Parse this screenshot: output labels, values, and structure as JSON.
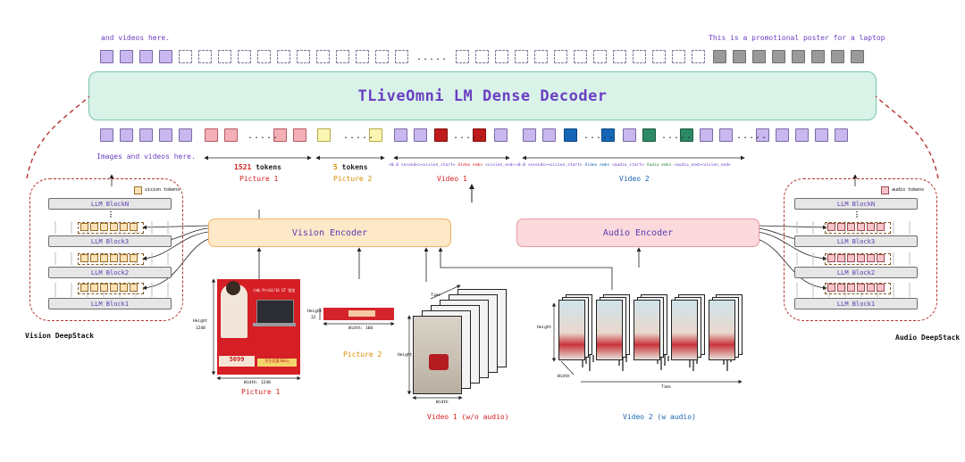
{
  "output_text": {
    "left": "and videos here.",
    "right": "This is a promotional poster for a laptop"
  },
  "input_text": "Images and videos here.",
  "decoder": {
    "title": "TLiveOmni LM Dense Decoder"
  },
  "encoders": {
    "vision": "Vision Encoder",
    "audio": "Audio Encoder"
  },
  "segments": {
    "picture1": {
      "count": "1521",
      "unit": "tokens",
      "name": "Picture 1"
    },
    "picture2": {
      "count": "5",
      "unit": "tokens",
      "name": "Picture 2"
    },
    "video1": {
      "name": "Video 1",
      "seq": [
        "<0.0 seconds>",
        "<vision_start>",
        "Video embs",
        "<vision_end>"
      ]
    },
    "video2": {
      "name": "Video 2",
      "seq": [
        "<0.0 seconds>",
        "<vision_start>",
        "Video embs",
        "<audio_start>",
        "Audio embs",
        "<audio_end>",
        "<vision_end>"
      ]
    }
  },
  "vision_deepstack": {
    "title": "Vision DeepStack",
    "legend": "vision tokens",
    "blocks": [
      "LLM BlockN",
      "LLM Block3",
      "LLM Block2",
      "LLM Block1"
    ]
  },
  "audio_deepstack": {
    "title": "Audio DeepStack",
    "legend": "audio tokens",
    "blocks": [
      "LLM BlockN",
      "LLM Block3",
      "LLM Block2",
      "LLM Block1"
    ]
  },
  "inputs": {
    "picture1": {
      "name": "Picture 1",
      "height_label": "Height",
      "height_value": "1248",
      "width_label": "Width: 1248",
      "poster_lines": [
        "小新 Pro14/16 GT 锐龙",
        "5099",
        "学生优惠300元"
      ]
    },
    "picture2": {
      "name": "Picture 2",
      "height_label": "Height",
      "height_value": "32",
      "width_label": "Width: 160"
    },
    "video1": {
      "name": "Video 1 (w/o audio)",
      "height_label": "Height",
      "width_label": "Width",
      "time_label": "Time"
    },
    "video2": {
      "name": "Video 2 (w audio)",
      "height_label": "Height",
      "width_label": "Width",
      "time_label": "Time"
    }
  },
  "colors": {
    "accent_purple": "#6b3fc2",
    "picture_red": "#d42020",
    "picture2_orange": "#d98a00",
    "video2_blue": "#1a64b0",
    "audio_green": "#2a8a3a",
    "deepstack_border": "#b5332f"
  }
}
